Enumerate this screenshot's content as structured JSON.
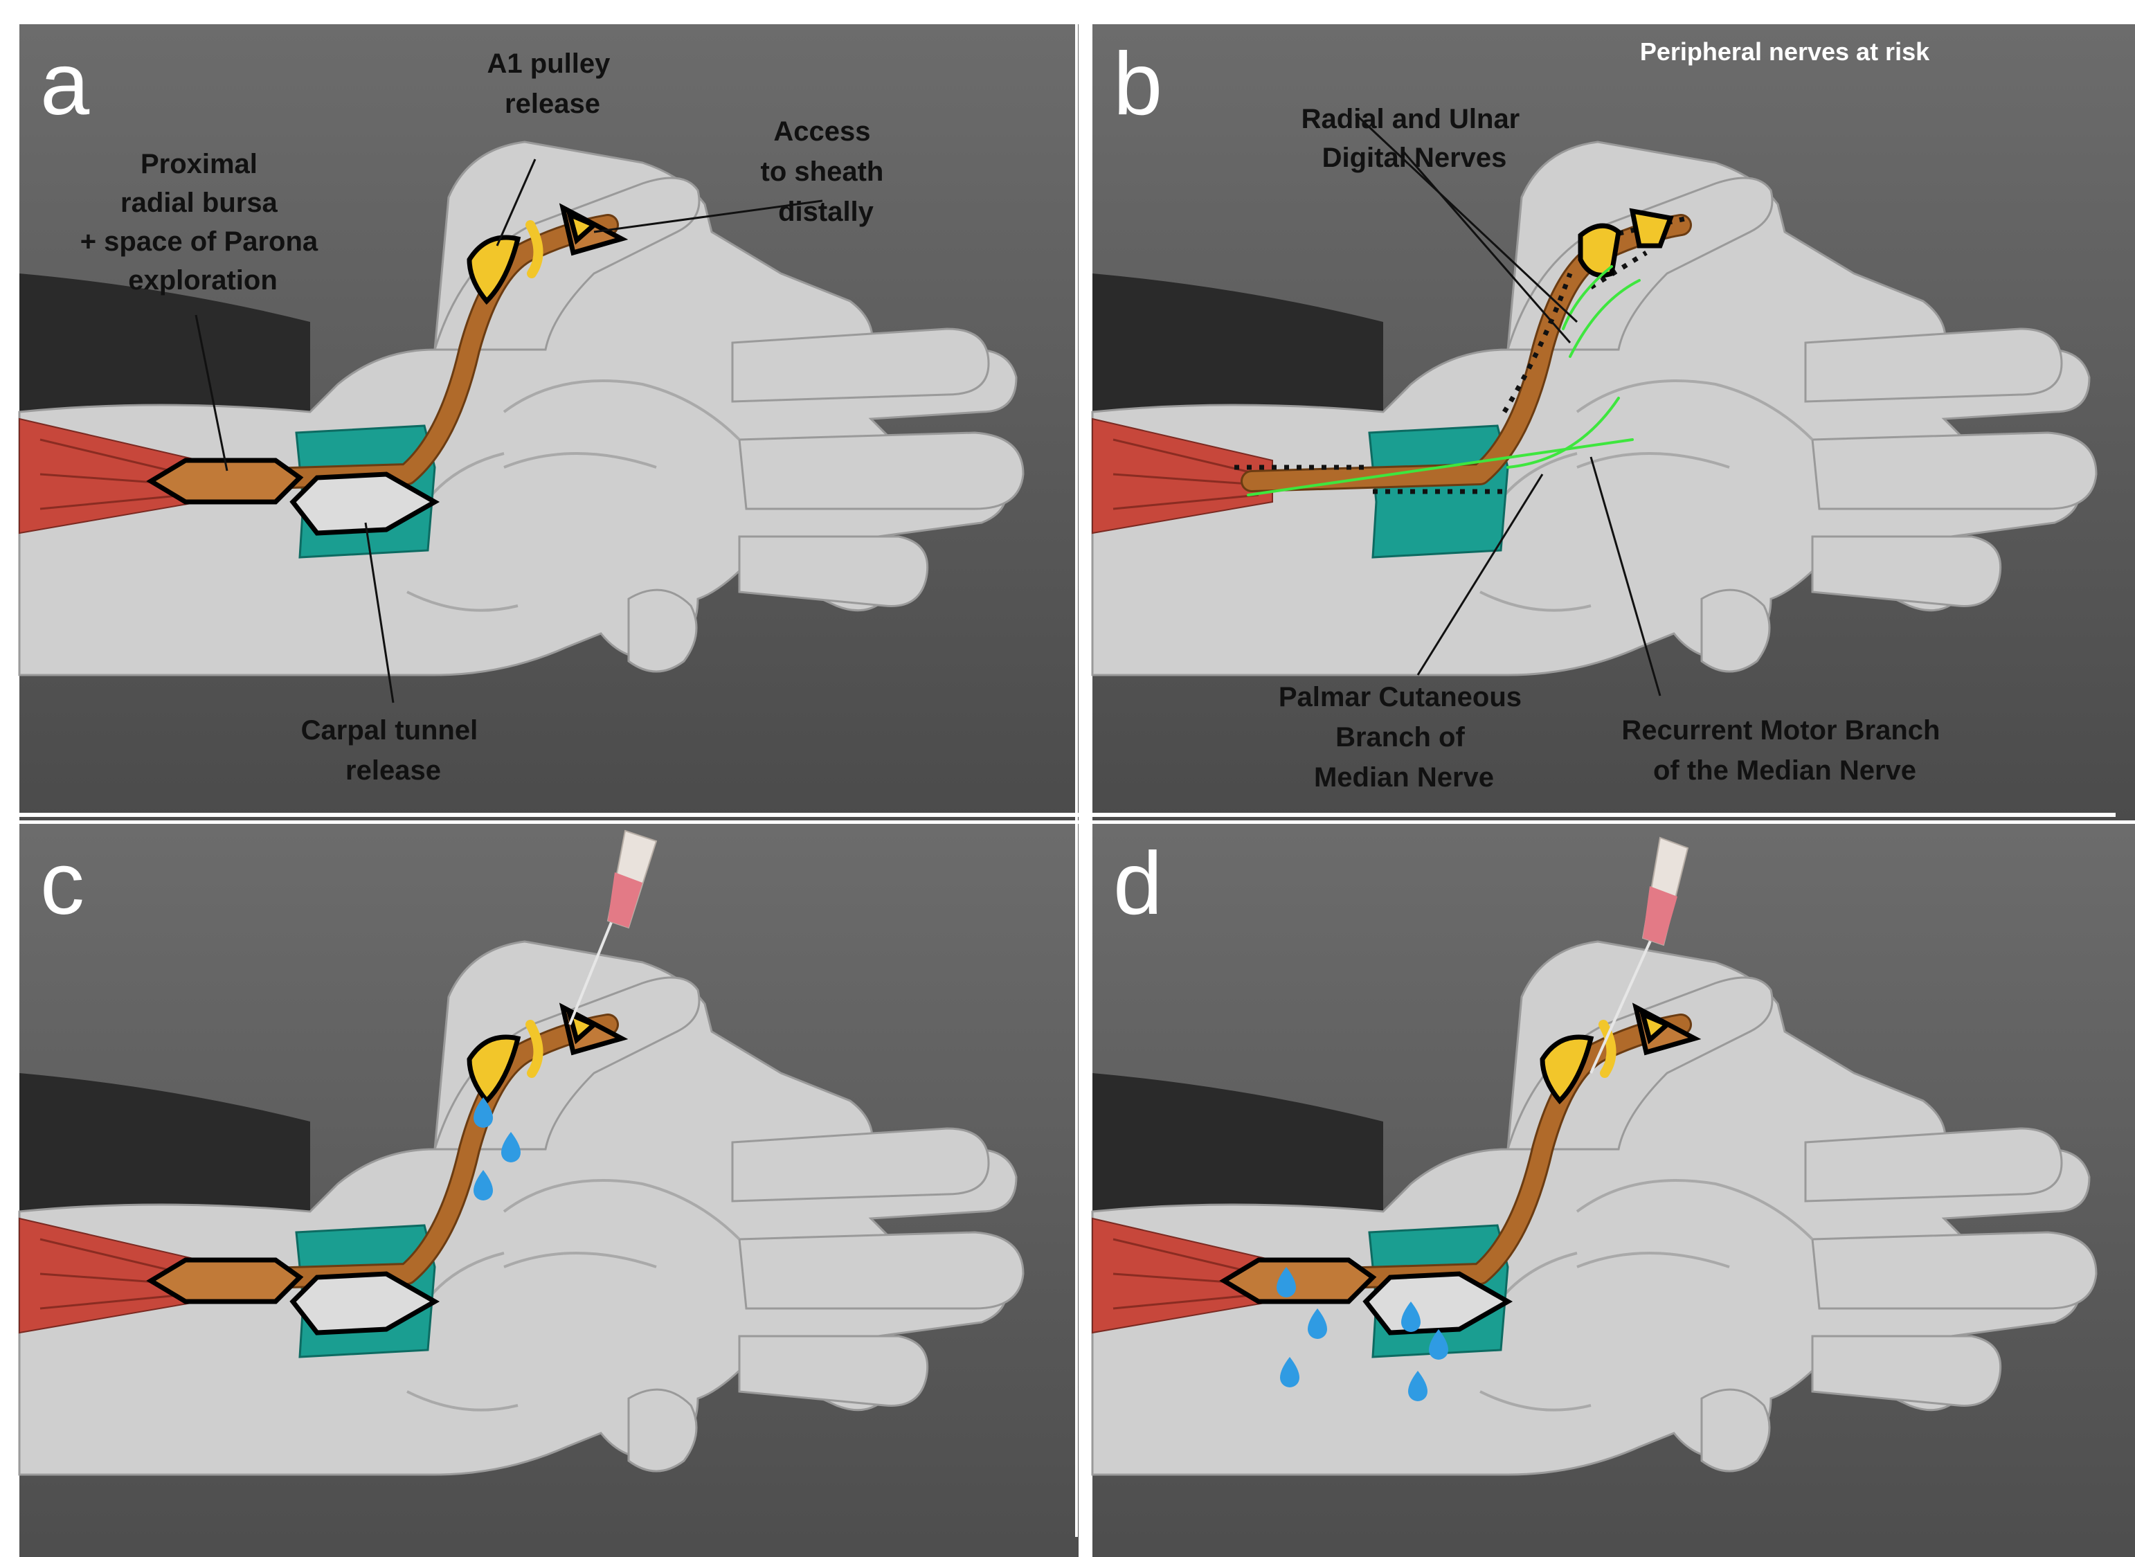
{
  "figure": {
    "panels": [
      {
        "label": "a"
      },
      {
        "label": "b",
        "title": "Peripheral nerves at risk"
      },
      {
        "label": "c"
      },
      {
        "label": "d"
      }
    ]
  },
  "panel_a": {
    "a1_pulley": [
      "A1 pulley",
      "release"
    ],
    "access_sheath": [
      "Access",
      "to sheath",
      "distally"
    ],
    "proximal_bursa": [
      "Proximal",
      "radial bursa",
      "+ space of Parona",
      "exploration"
    ],
    "carpal_tunnel": [
      "Carpal tunnel",
      "release"
    ]
  },
  "panel_b": {
    "digital_nerves": [
      "Radial and Ulnar",
      "Digital Nerves"
    ],
    "palmar_cutaneous": [
      "Palmar Cutaneous",
      "Branch of",
      "Median Nerve"
    ],
    "recurrent_motor": [
      "Recurrent Motor Branch",
      "of the Median Nerve"
    ]
  },
  "colors": {
    "tendon": "#b06a2a",
    "muscle": "#c7473b",
    "flexor_retinaculum": "#1a9e91",
    "pulleys": "#f2c62a",
    "nerves": "#3ee63e",
    "fluid_drops": "#2f9be3",
    "syringe_fluid": "#e37a86"
  }
}
